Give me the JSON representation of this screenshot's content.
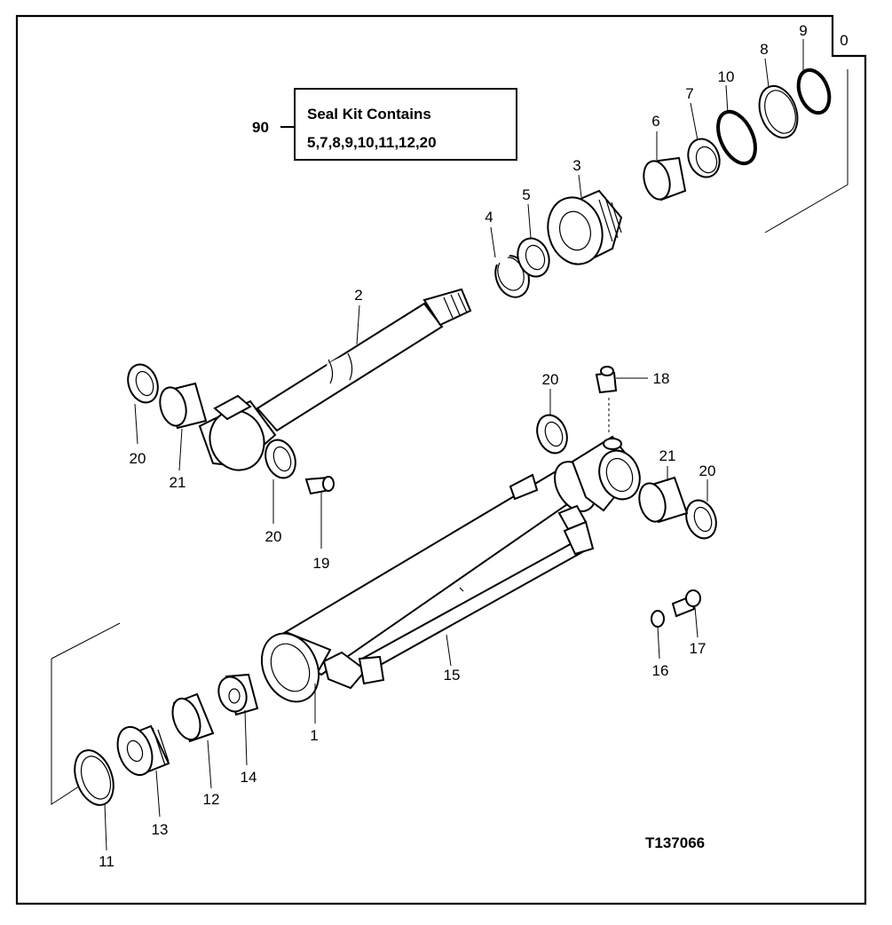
{
  "figure_id": "T137066",
  "corner_label": "0",
  "seal_kit": {
    "ref": "90",
    "title": "Seal Kit Contains",
    "contents": "5,7,8,9,10,11,12,20"
  },
  "callouts": {
    "c1": "1",
    "c2": "2",
    "c3": "3",
    "c4": "4",
    "c5": "5",
    "c6": "6",
    "c7": "7",
    "c8": "8",
    "c9": "9",
    "c10": "10",
    "c11": "11",
    "c12": "12",
    "c13": "13",
    "c14": "14",
    "c15": "15",
    "c16": "16",
    "c17": "17",
    "c18": "18",
    "c19": "19",
    "c20a": "20",
    "c20b": "20",
    "c20c": "20",
    "c20d": "20",
    "c21a": "21",
    "c21b": "21"
  }
}
